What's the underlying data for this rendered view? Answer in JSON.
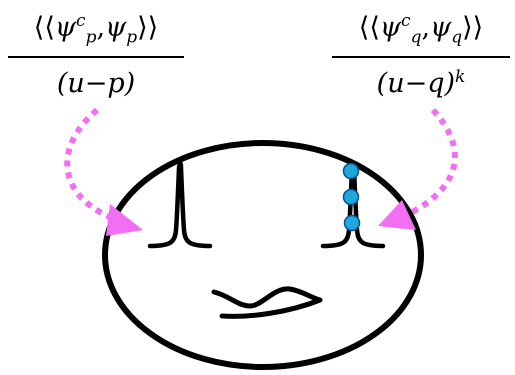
{
  "formulas": {
    "left": {
      "numerator": {
        "open": "⟨⟨",
        "psi1": "ψ",
        "psi1_sup": "c",
        "psi1_sub": "p",
        "comma": ",",
        "psi2": "ψ",
        "psi2_sub": "p",
        "close": "⟩⟩"
      },
      "denominator": {
        "text": "(u−p)",
        "exponent": ""
      }
    },
    "right": {
      "numerator": {
        "open": "⟨⟨",
        "psi1": "ψ",
        "psi1_sup": "c",
        "psi1_sub": "q",
        "comma": ",",
        "psi2": "ψ",
        "psi2_sub": "q",
        "close": "⟩⟩"
      },
      "denominator": {
        "text": "(u−q)",
        "exponent": "k"
      }
    }
  },
  "diagram": {
    "marked_points_count": 3,
    "colors": {
      "stroke": "#000000",
      "arrow": "#f26ef2",
      "marked_point": "#1fa8e0",
      "marked_point_outline": "#0a4f86"
    },
    "icons": {
      "surface": "ellipse-surface-icon",
      "left_cusp": "cusp-icon",
      "right_cusp": "cusp-icon",
      "mouth": "mouth-curve-icon"
    }
  }
}
